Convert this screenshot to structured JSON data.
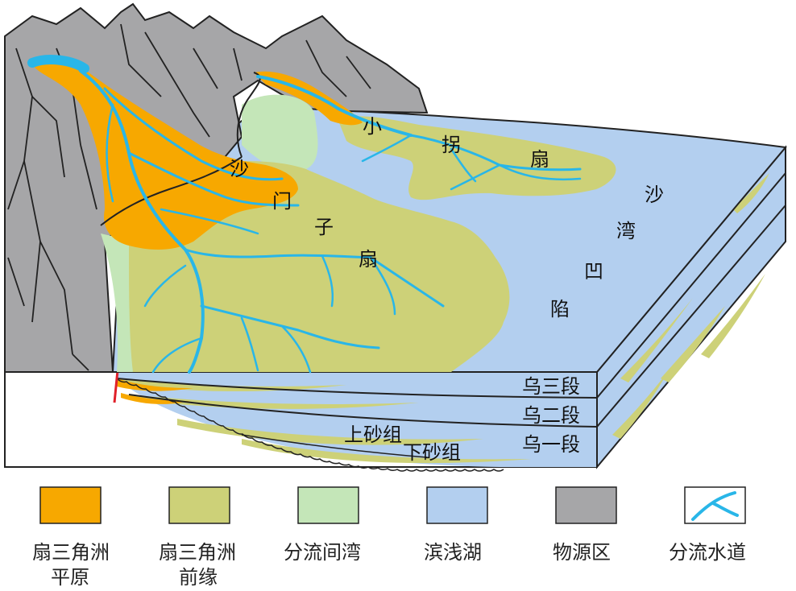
{
  "diagram": {
    "map_labels": {
      "xiaoguai_1": "小",
      "xiaoguai_2": "拐",
      "xiaoguai_3": "扇",
      "shamenzi_1": "沙",
      "shamenzi_2": "门",
      "shamenzi_3": "子",
      "shamenzi_4": "扇",
      "shawan_1": "沙",
      "shawan_2": "湾",
      "shawan_3": "凹",
      "shawan_4": "陷"
    },
    "section_labels": {
      "wu3": "乌三段",
      "wu2": "乌二段",
      "wu1": "乌一段",
      "upper_sand": "上砂组",
      "lower_sand": "下砂组"
    },
    "legend": [
      {
        "line1": "扇三角洲",
        "line2": "平原",
        "color": "#F7A800"
      },
      {
        "line1": "扇三角洲",
        "line2": "前缘",
        "color": "#CDD178"
      },
      {
        "line1": "分流间湾",
        "line2": "",
        "color": "#C4E6B8"
      },
      {
        "line1": "滨浅湖",
        "line2": "",
        "color": "#B3CFEF"
      },
      {
        "line1": "物源区",
        "line2": "",
        "color": "#A6A6A8"
      },
      {
        "line1": "分流水道",
        "line2": "",
        "icon": "channel-icon",
        "color": "#29B6E8"
      }
    ]
  }
}
